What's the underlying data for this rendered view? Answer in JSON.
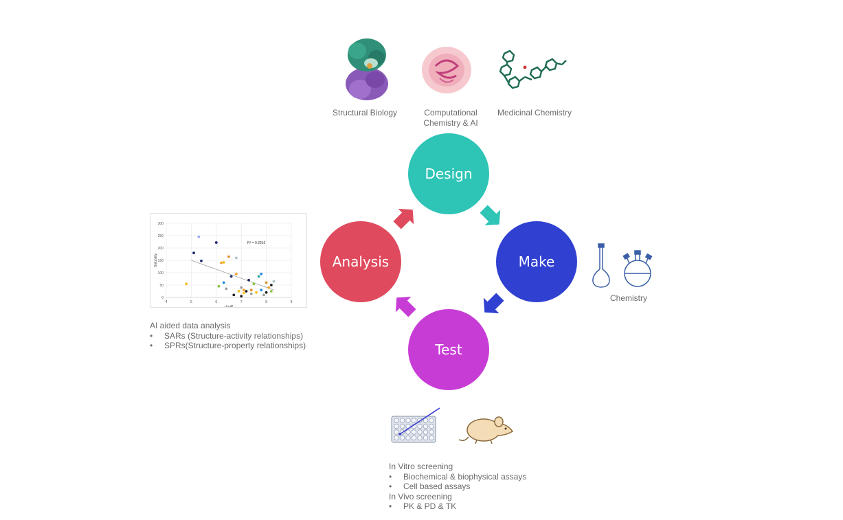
{
  "cycle": {
    "design": {
      "label": "Design",
      "color": "#2ec4b6"
    },
    "make": {
      "label": "Make",
      "color": "#3040d0"
    },
    "test": {
      "label": "Test",
      "color": "#c83cd6"
    },
    "analysis": {
      "label": "Analysis",
      "color": "#e04a5e"
    }
  },
  "design_inputs": {
    "structural_biology": "Structural Biology",
    "computational_line1": "Computational",
    "computational_line2": "Chemistry & AI",
    "medicinal_chemistry": "Medicinal Chemistry"
  },
  "make_caption": "Chemistry",
  "analysis_notes": {
    "heading": "AI aided data analysis",
    "bullets": [
      "SARs (Structure-activity relationships)",
      "SPRs(Structure-property relationships)"
    ]
  },
  "test_notes": {
    "in_vitro_heading": "In Vitro screening",
    "in_vitro_bullets": [
      "Biochemical & biophysical assays",
      "Cell based assays"
    ],
    "in_vivo_heading": "In Vivo screening",
    "in_vivo_bullets": [
      "PK & PD & TK"
    ]
  },
  "chart_data": {
    "type": "scatter",
    "xlabel": "clogP",
    "ylabel": "Solubility",
    "xlim": [
      4,
      9
    ],
    "ylim": [
      0,
      300
    ],
    "x_ticks": [
      "4",
      "5",
      "6",
      "7",
      "8",
      "9"
    ],
    "y_ticks": [
      "0",
      "50",
      "100",
      "150",
      "200",
      "250",
      "300"
    ],
    "annotation": "R² = 0.2816",
    "grid": true,
    "points": [
      {
        "x": 4.8,
        "y": 55,
        "c": "#f0c020"
      },
      {
        "x": 5.1,
        "y": 180,
        "c": "#1f2a6e"
      },
      {
        "x": 5.3,
        "y": 245,
        "c": "#9aa8f0"
      },
      {
        "x": 5.4,
        "y": 148,
        "c": "#1f2a6e"
      },
      {
        "x": 6.0,
        "y": 222,
        "c": "#1f2a6e"
      },
      {
        "x": 6.1,
        "y": 45,
        "c": "#8bc34a"
      },
      {
        "x": 6.2,
        "y": 140,
        "c": "#f0a030"
      },
      {
        "x": 6.3,
        "y": 142,
        "c": "#f0c020"
      },
      {
        "x": 6.3,
        "y": 60,
        "c": "#1e88e5"
      },
      {
        "x": 6.4,
        "y": 35,
        "c": "#9e9e9e"
      },
      {
        "x": 6.5,
        "y": 165,
        "c": "#e0902a"
      },
      {
        "x": 6.6,
        "y": 85,
        "c": "#1f2a6e"
      },
      {
        "x": 6.7,
        "y": 10,
        "c": "#212121"
      },
      {
        "x": 6.8,
        "y": 160,
        "c": "#b0bec5"
      },
      {
        "x": 6.8,
        "y": 95,
        "c": "#f0a030"
      },
      {
        "x": 6.9,
        "y": 25,
        "c": "#f0c020"
      },
      {
        "x": 7.0,
        "y": 40,
        "c": "#9e9e9e"
      },
      {
        "x": 7.0,
        "y": 5,
        "c": "#212121"
      },
      {
        "x": 7.1,
        "y": 30,
        "c": "#f0a030"
      },
      {
        "x": 7.2,
        "y": 25,
        "c": "#212121"
      },
      {
        "x": 7.3,
        "y": 70,
        "c": "#1f2a6e"
      },
      {
        "x": 7.4,
        "y": 15,
        "c": "#9e9e9e"
      },
      {
        "x": 7.5,
        "y": 55,
        "c": "#8bc34a"
      },
      {
        "x": 7.6,
        "y": 20,
        "c": "#f0c020"
      },
      {
        "x": 7.7,
        "y": 85,
        "c": "#26a69a"
      },
      {
        "x": 7.8,
        "y": 95,
        "c": "#1e88e5"
      },
      {
        "x": 7.8,
        "y": 30,
        "c": "#1e88e5"
      },
      {
        "x": 7.9,
        "y": 10,
        "c": "#9e9e9e"
      },
      {
        "x": 8.0,
        "y": 60,
        "c": "#e0902a"
      },
      {
        "x": 8.0,
        "y": 20,
        "c": "#212121"
      },
      {
        "x": 8.1,
        "y": 40,
        "c": "#f0a030"
      },
      {
        "x": 8.2,
        "y": 50,
        "c": "#212121"
      },
      {
        "x": 8.3,
        "y": 65,
        "c": "#b0bec5"
      },
      {
        "x": 8.2,
        "y": 25,
        "c": "#8bc34a"
      },
      {
        "x": 7.4,
        "y": 30,
        "c": "#e0902a"
      },
      {
        "x": 7.1,
        "y": 18,
        "c": "#ffca28"
      }
    ],
    "trendline": {
      "x": [
        5.0,
        8.3
      ],
      "y": [
        150,
        30
      ]
    }
  }
}
